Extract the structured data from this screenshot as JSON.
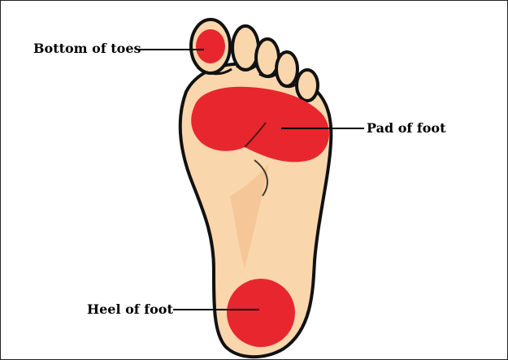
{
  "labels": {
    "toes": "Bottom of toes",
    "pad": "Pad of foot",
    "heel": "Heel of foot"
  },
  "colors": {
    "skin": "#fad6ac",
    "skin_shade": "#f2bd8a",
    "outline": "#111111",
    "hotspot": "#e8262e",
    "leader_line": "#000000"
  }
}
